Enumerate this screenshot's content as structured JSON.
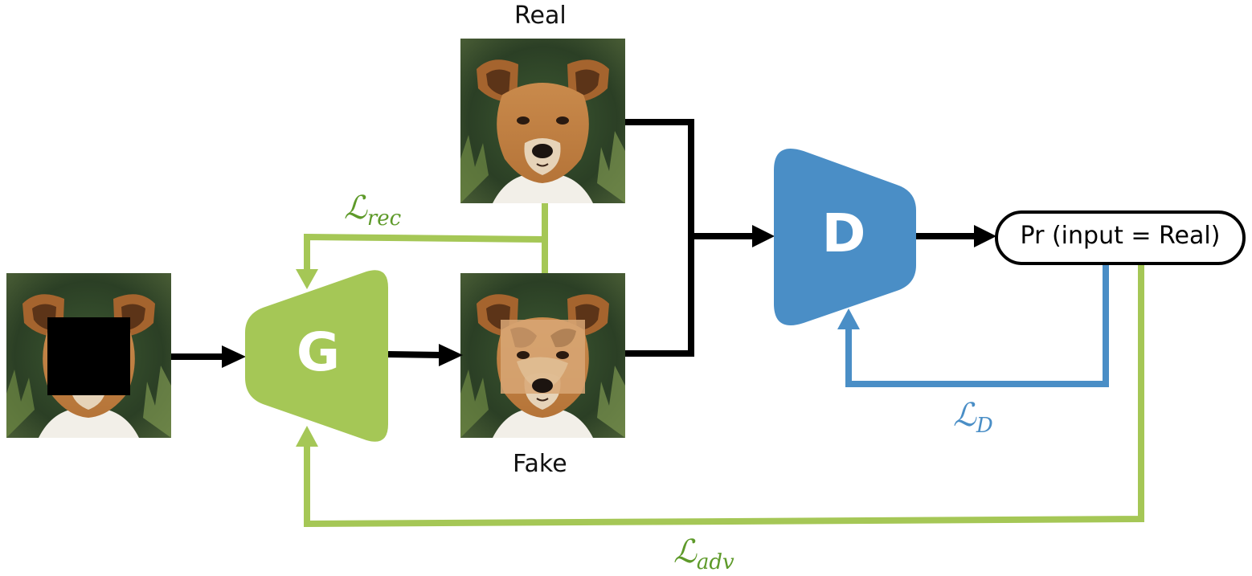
{
  "labels": {
    "real": "Real",
    "fake": "Fake",
    "output": "Pr (input = Real)",
    "generator": "G",
    "discriminator": "D"
  },
  "losses": {
    "rec": {
      "script": "ℒ",
      "sub": "rec"
    },
    "d": {
      "script": "ℒ",
      "sub": "D"
    },
    "adv": {
      "script": "ℒ",
      "sub": "adv"
    }
  },
  "colors": {
    "generator": "#a5c756",
    "discriminator": "#4a8ec6",
    "arrow": "#000000",
    "loss_green_text": "#5e9a2a",
    "loss_blue_text": "#4a8ec6"
  },
  "images": {
    "masked_input": "dog-photo-masked",
    "real": "dog-photo-real",
    "fake": "dog-photo-fake"
  }
}
